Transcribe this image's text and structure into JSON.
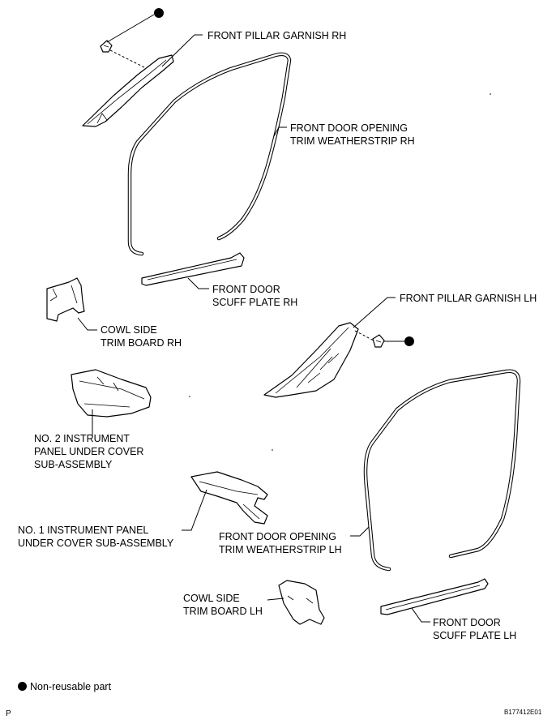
{
  "labels": {
    "front_pillar_garnish_rh": "FRONT PILLAR GARNISH RH",
    "front_door_opening_trim_weatherstrip_rh": [
      "FRONT DOOR OPENING",
      "TRIM WEATHERSTRIP RH"
    ],
    "front_door_scuff_plate_rh": [
      "FRONT DOOR",
      "SCUFF PLATE RH"
    ],
    "cowl_side_trim_board_rh": [
      "COWL SIDE",
      "TRIM BOARD RH"
    ],
    "front_pillar_garnish_lh": "FRONT PILLAR GARNISH LH",
    "no2_instrument_panel_under_cover": [
      "NO. 2 INSTRUMENT",
      "PANEL UNDER COVER",
      "SUB-ASSEMBLY"
    ],
    "no1_instrument_panel_under_cover": [
      "NO. 1 INSTRUMENT PANEL",
      "UNDER COVER SUB-ASSEMBLY"
    ],
    "front_door_opening_trim_weatherstrip_lh": [
      "FRONT DOOR OPENING",
      "TRIM WEATHERSTRIP LH"
    ],
    "cowl_side_trim_board_lh": [
      "COWL SIDE",
      "TRIM BOARD LH"
    ],
    "front_door_scuff_plate_lh": [
      "FRONT DOOR",
      "SCUFF PLATE LH"
    ]
  },
  "legend": {
    "symbol": "filled-circle",
    "text": "Non-reusable part"
  },
  "footer": {
    "left_mark": "P",
    "figure_code": "B177412E01"
  }
}
